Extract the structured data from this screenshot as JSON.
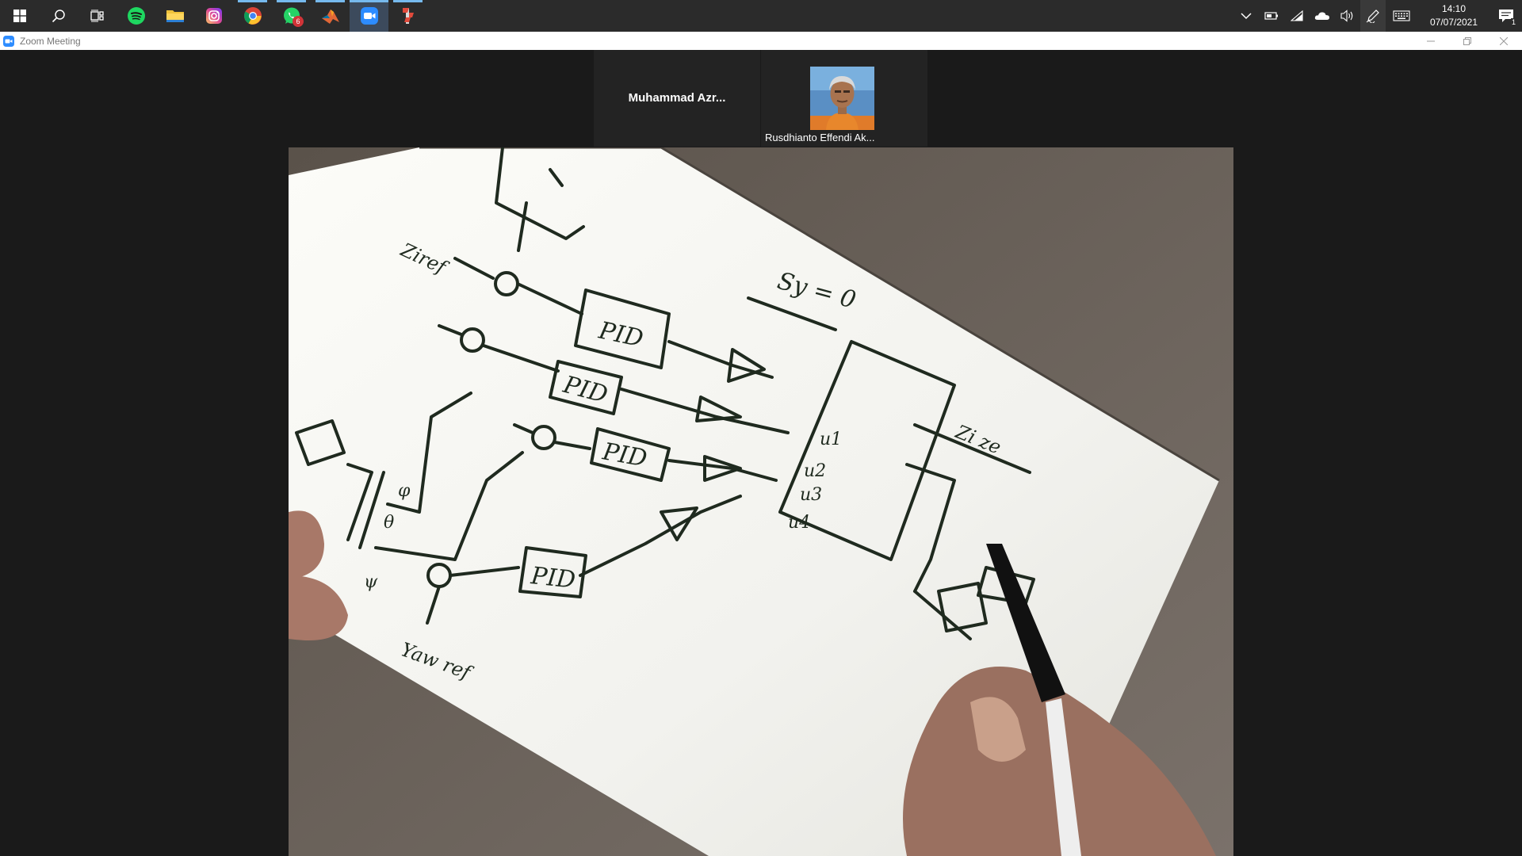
{
  "taskbar": {
    "apps": [
      {
        "name": "start-button",
        "icon": "windows-icon"
      },
      {
        "name": "search-button",
        "icon": "search-icon"
      },
      {
        "name": "task-view-button",
        "icon": "task-view-icon"
      },
      {
        "name": "spotify-button",
        "icon": "spotify-icon"
      },
      {
        "name": "file-explorer-button",
        "icon": "folder-icon"
      },
      {
        "name": "instagram-button",
        "icon": "instagram-icon"
      },
      {
        "name": "chrome-button",
        "icon": "chrome-icon"
      },
      {
        "name": "whatsapp-button",
        "icon": "whatsapp-icon",
        "badge": "6"
      },
      {
        "name": "matlab-button",
        "icon": "matlab-icon"
      },
      {
        "name": "zoom-button",
        "icon": "zoom-icon"
      },
      {
        "name": "app-button",
        "icon": "app-icon"
      }
    ],
    "whatsapp_badge": "6",
    "clock": {
      "time": "14:10",
      "date": "07/07/2021"
    },
    "notification_count": "1",
    "accent_color": "#76b9ed"
  },
  "window": {
    "title": "Zoom Meeting"
  },
  "meeting": {
    "participants": [
      {
        "name": "Muhammad  Azr...",
        "video": "off"
      },
      {
        "name": "Rusdhianto Effendi Ak...",
        "video": "photo"
      }
    ],
    "shared_video": {
      "content": "handwritten control diagram",
      "labels": [
        "PID",
        "PID",
        "PID",
        "PID",
        "Sy = 0",
        "Ziref",
        "Zi ze",
        "ψ",
        "θ",
        "φ",
        "Yaw ref",
        "u1",
        "u2",
        "u3",
        "u4"
      ]
    }
  }
}
